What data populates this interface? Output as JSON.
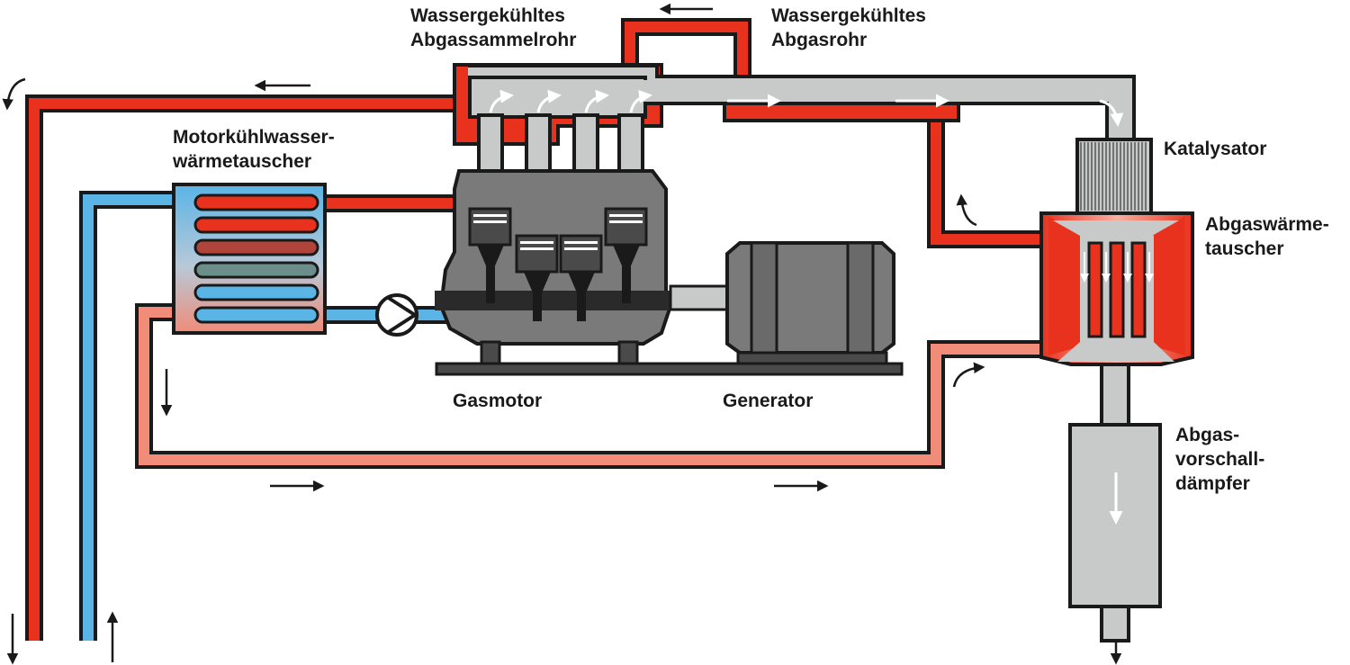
{
  "labels": {
    "manifold": [
      "Wassergekühltes",
      "Abgassammelrohr"
    ],
    "exhaust_pipe": [
      "Wassergekühltes",
      "Abgasrohr"
    ],
    "coolant_hx": [
      "Motorkühlwasser-",
      "wärmetauscher"
    ],
    "catalyst": "Katalysator",
    "exhaust_hx": [
      "Abgaswärme-",
      "tauscher"
    ],
    "engine": "Gasmotor",
    "generator": "Generator",
    "silencer": [
      "Abgas-",
      "vorschall-",
      "dämpfer"
    ]
  },
  "colors": {
    "hot_water": "#e8321e",
    "cold_water": "#5ab4e6",
    "warm_return": "#f08c78",
    "exhaust": "#c8cac9",
    "engine_body": "#7a7a7a",
    "outline": "#1a1a1a"
  }
}
